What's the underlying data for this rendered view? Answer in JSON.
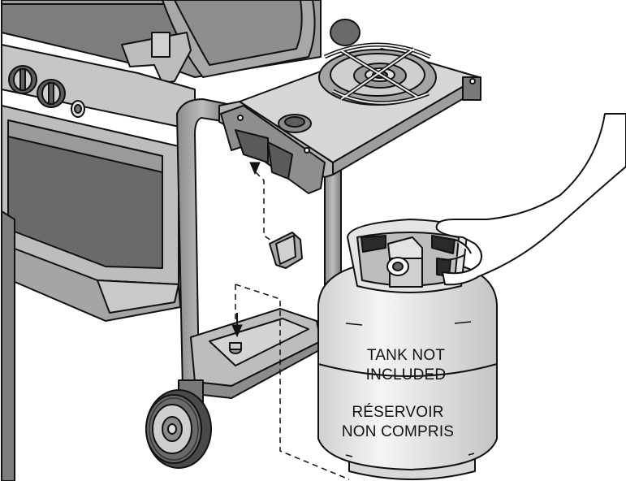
{
  "tank_label_en": {
    "line1": "TANK NOT",
    "line2": "INCLUDED"
  },
  "tank_label_fr": {
    "line1": "RÉSERVOIR",
    "line2": "NON COMPRIS"
  },
  "colors": {
    "outline": "#111111",
    "grill_body": "#bfbfbf",
    "grill_dark": "#6e6e6e",
    "panel_light": "#d9d9d9",
    "tank_fill": "#ececec",
    "skin": "#ffffff"
  }
}
